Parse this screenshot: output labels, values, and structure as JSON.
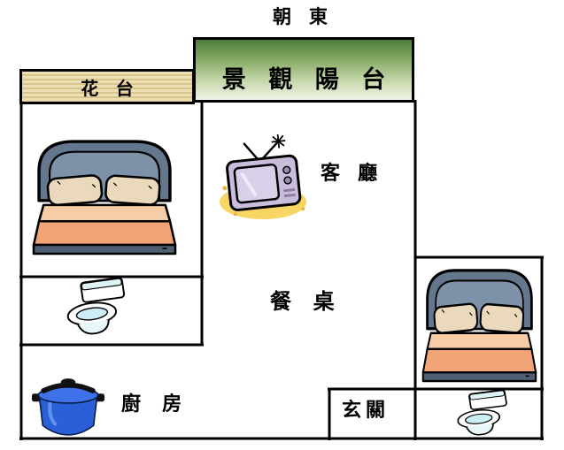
{
  "plan": {
    "direction": "朝 東",
    "balcony_label": "景 觀 陽 台",
    "flower_bed_label": "花 台",
    "living_room_label": "客 廳",
    "dining_label": "餐 桌",
    "kitchen_label": "廚 房",
    "entrance_label": "玄關"
  },
  "icons": [
    {
      "name": "bed-icon",
      "instances": 2
    },
    {
      "name": "tv-icon",
      "instances": 1
    },
    {
      "name": "toilet-icon",
      "instances": 2
    },
    {
      "name": "cooking-pot-icon",
      "instances": 1
    }
  ],
  "colors": {
    "wall": "#000000",
    "balcony_green_top": "#4f7d3c",
    "balcony_green_bottom": "#f0f4e6",
    "flower_bed_tan": "#e6d6a6",
    "bed_blanket_orange": "#f2a377",
    "bed_headboard_gray": "#64778c",
    "tv_purple": "#c9bcdc",
    "tv_glow_yellow": "#f7d45e",
    "pot_blue": "#2a5fd8",
    "toilet_cyan": "#cdeef4"
  }
}
